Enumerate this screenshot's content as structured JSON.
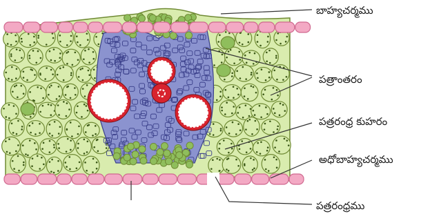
{
  "labels": [
    {
      "id": "upper-epidermis",
      "text": "బాహ్యచర్మము"
    },
    {
      "id": "mesophyll",
      "text": "పత్రాంతరం"
    },
    {
      "id": "substomatal-cavity",
      "text": "పత్రరంధ్ర కుహరం"
    },
    {
      "id": "lower-epidermis",
      "text": "అధోబాహ్యచర్మము"
    },
    {
      "id": "stoma",
      "text": "పత్రరంధ్రము"
    }
  ],
  "colors": {
    "epidermis": "#f3a9c4",
    "epidermis_stroke": "#d0698f",
    "parenchyma": "#d9ecae",
    "parenchyma_stroke": "#6f8a34",
    "collenchyma": "#8fbe5c",
    "vascular": "#8b93cf",
    "vascular_stroke": "#3a3f8a",
    "xylem_ring": "#d8232e",
    "chloroplast_dot": "#3d5a18",
    "leader_line": "#333333"
  }
}
